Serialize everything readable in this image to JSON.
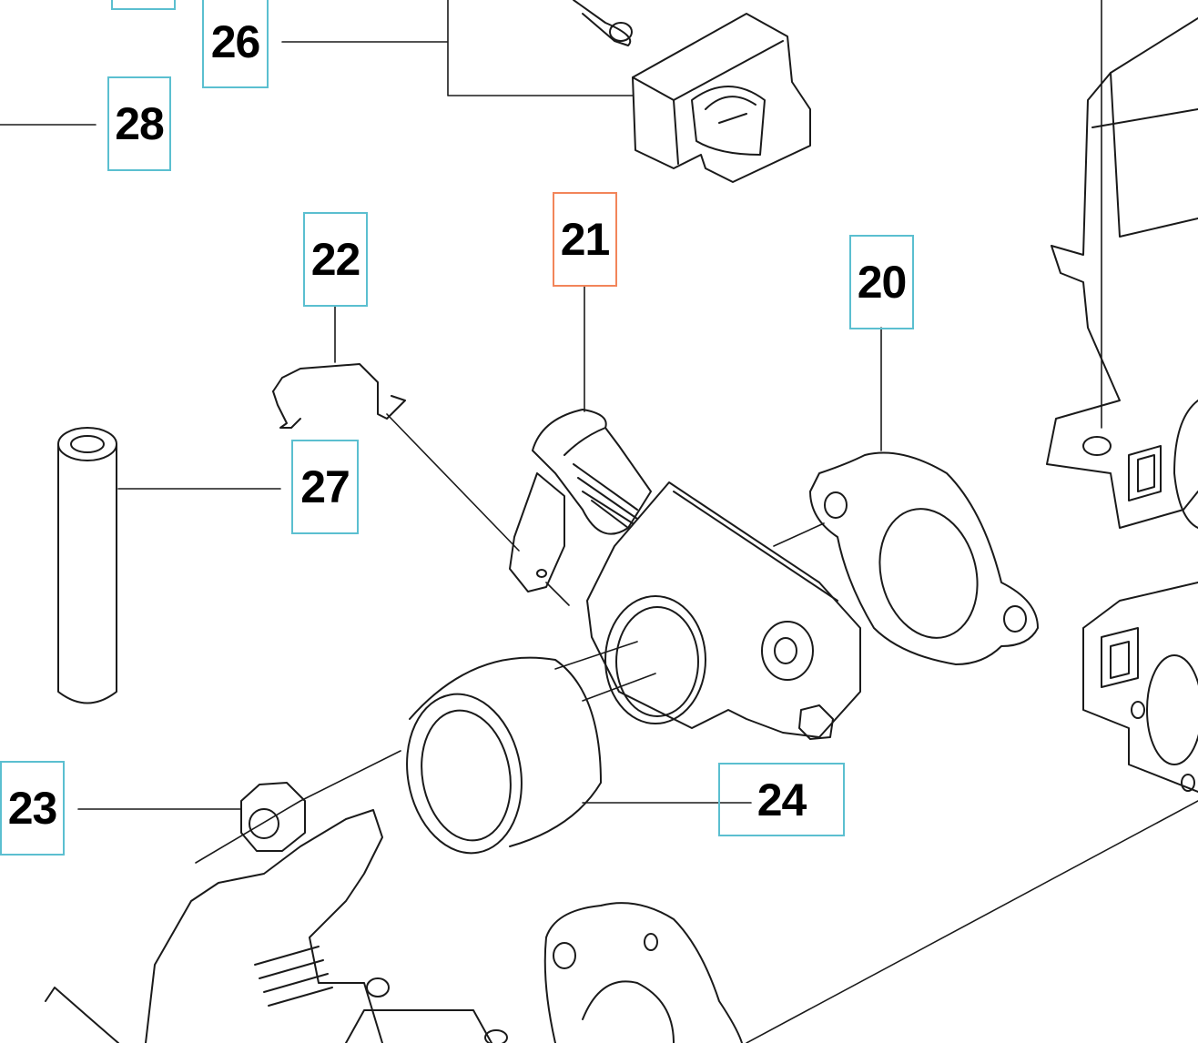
{
  "diagram": {
    "callouts": [
      {
        "id": "c26",
        "number": "26",
        "selected": false
      },
      {
        "id": "c28",
        "number": "28",
        "selected": false
      },
      {
        "id": "c22",
        "number": "22",
        "selected": false
      },
      {
        "id": "c21",
        "number": "21",
        "selected": true
      },
      {
        "id": "c20",
        "number": "20",
        "selected": false
      },
      {
        "id": "c27",
        "number": "27",
        "selected": false
      },
      {
        "id": "c23",
        "number": "23",
        "selected": false
      },
      {
        "id": "c24",
        "number": "24",
        "selected": false
      }
    ],
    "colors": {
      "callout_border": "#5bbfd0",
      "selected_border": "#f2855a",
      "line": "#1a1a1a"
    }
  }
}
